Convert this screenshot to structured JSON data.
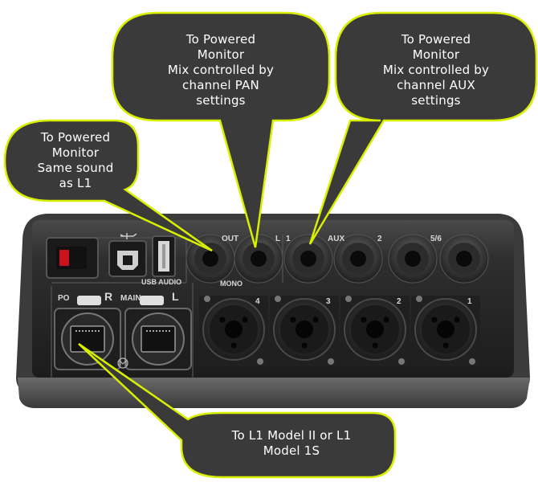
{
  "callouts": {
    "left": {
      "lines": [
        "To Powered",
        "Monitor",
        "Same sound",
        "as L1"
      ]
    },
    "pan": {
      "lines": [
        "To Powered",
        "Monitor",
        "Mix controlled by",
        "channel PAN",
        "settings"
      ]
    },
    "aux": {
      "lines": [
        "To Powered",
        "Monitor",
        "Mix controlled by",
        "channel AUX",
        "settings"
      ]
    },
    "bottom": {
      "lines": [
        "To L1 Model II or L1",
        "Model 1S"
      ]
    }
  },
  "panel_labels": {
    "usb_audio": "USB AUDIO",
    "out": "OUT",
    "out_l": "L",
    "mono": "MONO",
    "aux": "AUX",
    "aux_1": "1",
    "aux_2": "2",
    "ch_56": "5/6",
    "power": "PO",
    "r": "R",
    "main": "MAIN",
    "l": "L",
    "ch_4": "4",
    "ch_3": "3",
    "ch_2": "2",
    "ch_1": "1"
  },
  "colors": {
    "callout_fill": "#3a3a3a",
    "callout_border": "#d8f000",
    "device_body": "#2b2b2b",
    "rocker_switch": "#c8121f"
  }
}
